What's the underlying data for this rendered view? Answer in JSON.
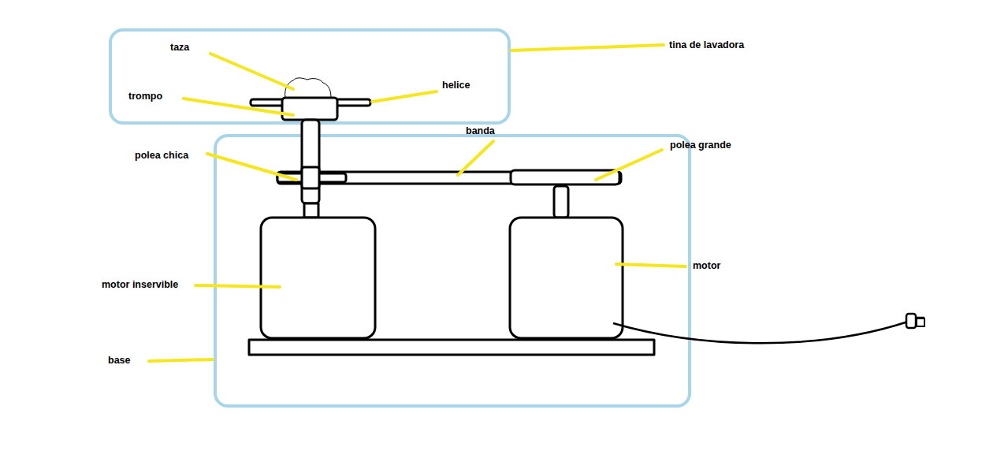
{
  "diagram": {
    "labels": [
      "tina de lavadora",
      "taza",
      "helice",
      "trompo",
      "banda",
      "polea grande",
      "polea chica",
      "motor",
      "motor inservible",
      "base"
    ]
  }
}
